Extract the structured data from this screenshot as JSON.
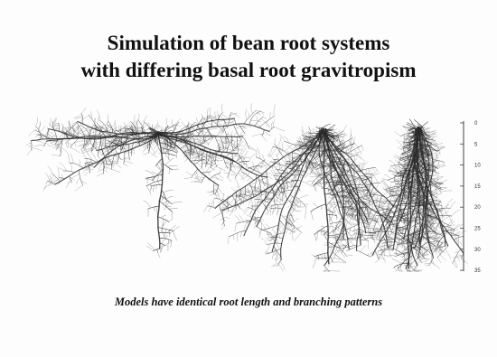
{
  "slide": {
    "title_line1": "Simulation of bean root systems",
    "title_line2": "with differing basal root gravitropism",
    "caption": "Models have identical root length and branching patterns"
  },
  "depth_scale": {
    "ticks": [
      "0",
      "5",
      "10",
      "15",
      "20",
      "25",
      "30",
      "35"
    ]
  },
  "root_models": [
    {
      "name": "shallow-root-model"
    },
    {
      "name": "intermediate-root-model"
    },
    {
      "name": "deep-root-model"
    }
  ],
  "colors": {
    "background": "#fdfdfd",
    "text": "#111111",
    "roots": "#2a2a2a"
  }
}
